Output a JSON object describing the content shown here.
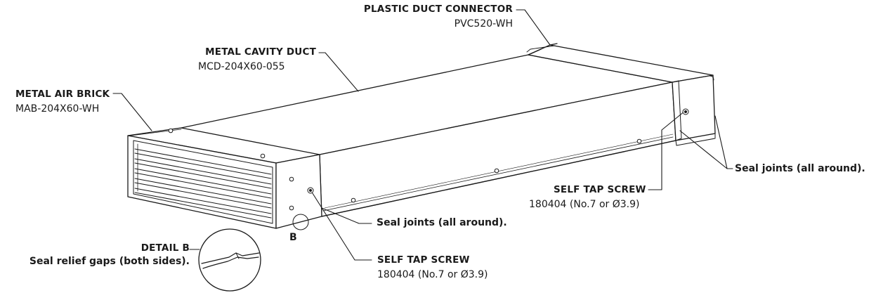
{
  "labels": {
    "connector": {
      "title": "PLASTIC DUCT CONNECTOR",
      "code": "PVC520-WH"
    },
    "cavity_duct": {
      "title": "METAL CAVITY DUCT",
      "code": "MCD-204X60-055"
    },
    "air_brick": {
      "title": "METAL AIR BRICK",
      "code": "MAB-204X60-WH"
    },
    "seal_right": "Seal joints (all around).",
    "seal_front": "Seal joints (all around).",
    "screw_right": {
      "title": "SELF TAP SCREW",
      "code": "180404 (No.7 or Ø3.9)"
    },
    "screw_front": {
      "title": "SELF TAP SCREW",
      "code": "180404 (No.7 or Ø3.9)"
    },
    "detail_marker": "B",
    "detail": {
      "title": "DETAIL B",
      "desc": "Seal relief gaps (both sides)."
    }
  }
}
